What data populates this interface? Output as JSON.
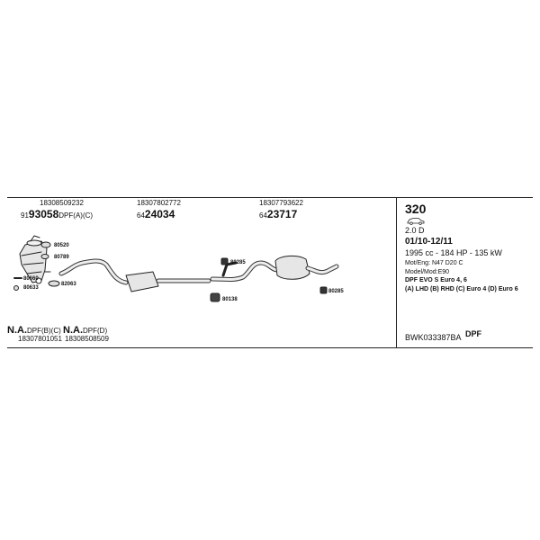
{
  "parts_top": [
    {
      "small": "18308509232",
      "prefix": "91",
      "bold": "93058",
      "suffix": "DPF(A)(C)"
    },
    {
      "small": "18307802772",
      "prefix": "64",
      "bold": "24034",
      "suffix": ""
    },
    {
      "small": "18307793622",
      "prefix": "64",
      "bold": "23717",
      "suffix": ""
    }
  ],
  "callouts": {
    "c80520": "80520",
    "c80789": "80789",
    "c80660": "80660",
    "c80633": "80633",
    "c82063": "82063",
    "c80285a": "80285",
    "c80138": "80138",
    "c80285b": "80285"
  },
  "parts_bottom": [
    {
      "bold": "N.A.",
      "suffix": "DPF(B)(C)",
      "small": "18307801051"
    },
    {
      "bold": "N.A.",
      "suffix": "DPF(D)",
      "small": "18308508509"
    }
  ],
  "vehicle": {
    "model": "320",
    "engine": "2.0 D",
    "years": "01/10-12/11",
    "power": "1995 cc - 184 HP - 135 kW",
    "mot_eng": "Mot/Eng: N47 D20 C",
    "model_mod": "Model/Mod:E90",
    "dpf_line": "DPF EVO S   Euro 4, 6",
    "markets": "(A) LHD (B) RHD (C) Euro 4 (D) Euro 6",
    "code": "BWK033387BA",
    "dpf": "DPF"
  }
}
